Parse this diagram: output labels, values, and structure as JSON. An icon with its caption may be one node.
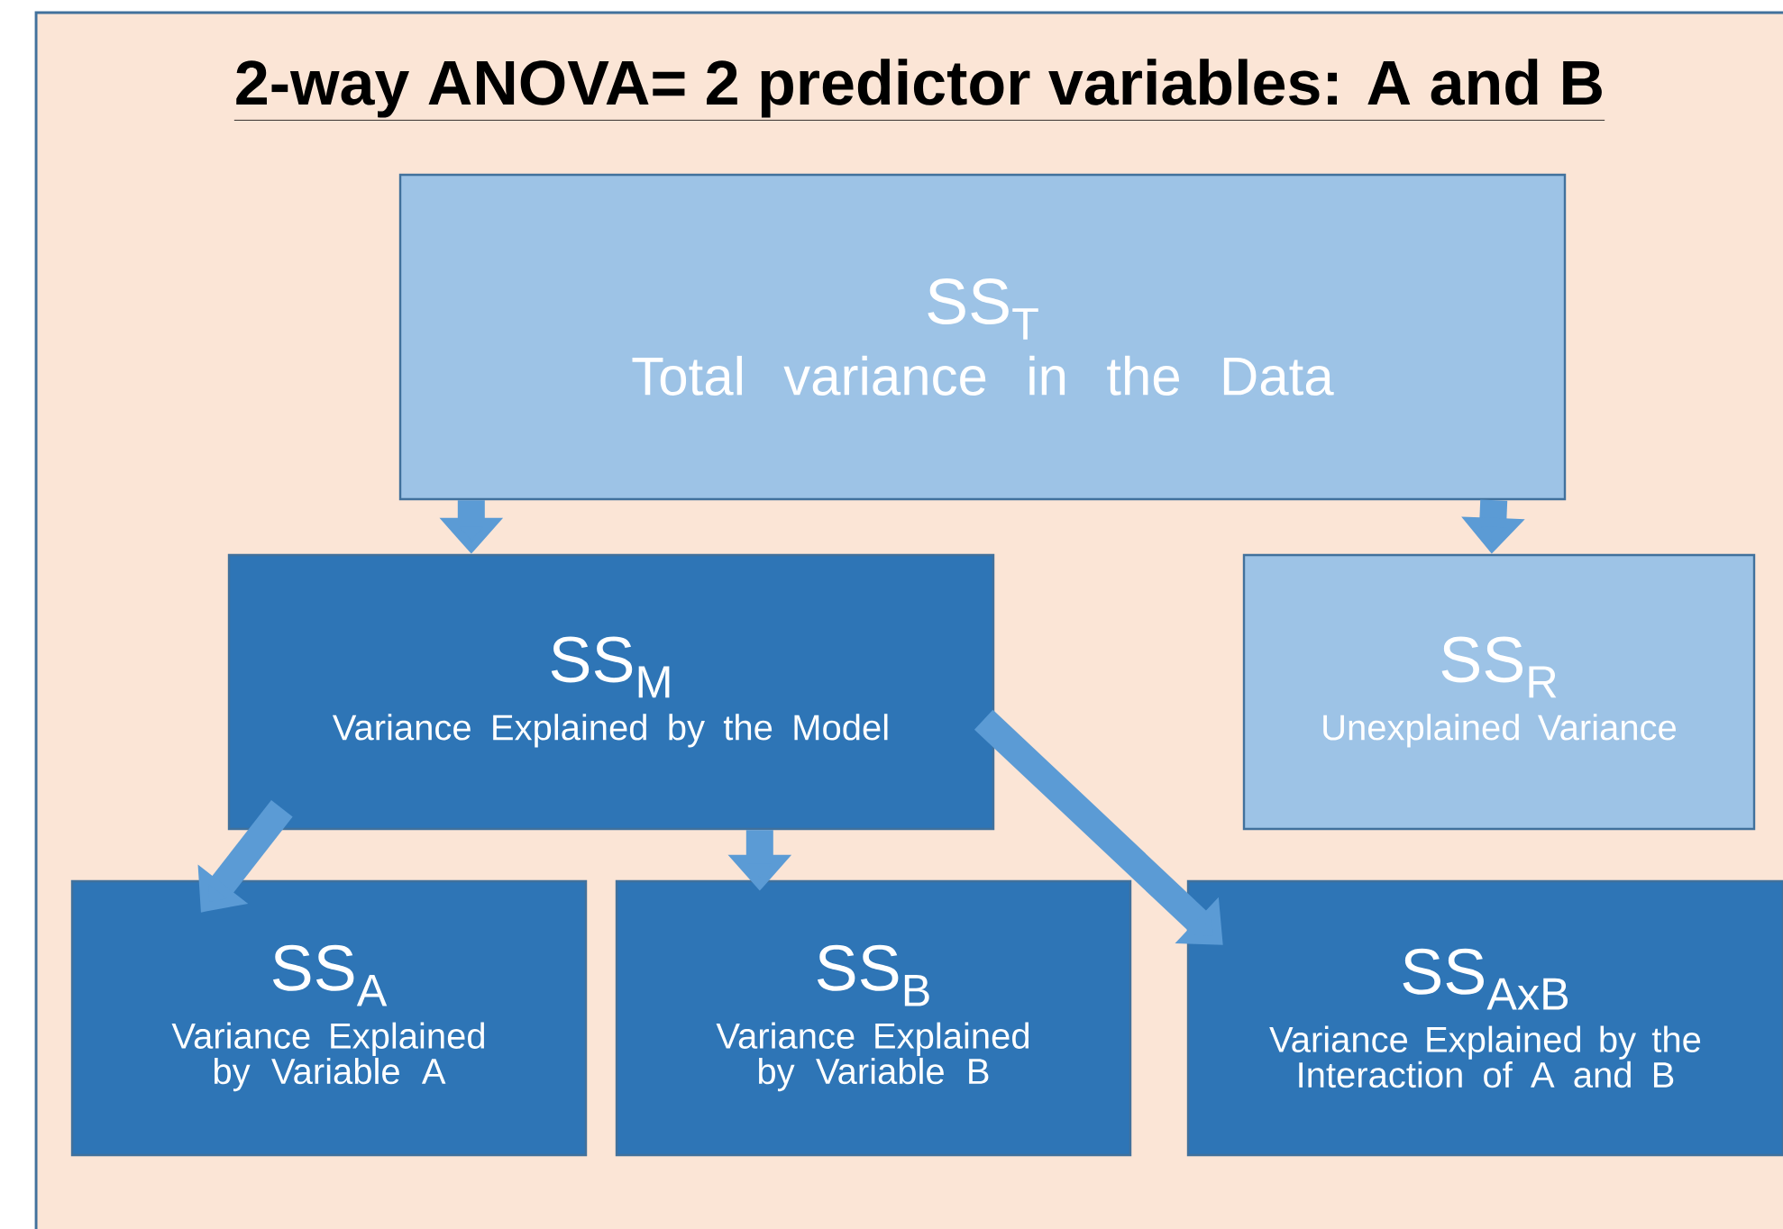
{
  "diagram": {
    "title": "2-way ANOVA= 2 predictor variables: A and B",
    "nodes": [
      {
        "text": [
          "SS$_{T}$",
          "Total variance in the Data"
        ]
      },
      {
        "text": [
          "SS$_{M}$",
          "Variance Explained by the Model"
        ]
      },
      {
        "text": [
          "SS$_{R}$",
          "Unexplained Variance"
        ]
      },
      {
        "text": [
          "SS$_{A}$",
          "Variance Explained by Variable A"
        ]
      },
      {
        "text": [
          "SS$_{B}$",
          "Variance Explained by Variable B"
        ]
      },
      {
        "text": [
          "SS$_{AxB}$",
          "Variance Explained by the Interaction of A and B"
        ]
      }
    ],
    "edges": [
      {
        "from": 0,
        "to": 1,
        "arrow": "to"
      },
      {
        "from": 0,
        "to": 2,
        "arrow": "to"
      },
      {
        "from": 1,
        "to": 3,
        "arrow": "to"
      },
      {
        "from": 1,
        "to": 4,
        "arrow": "to"
      },
      {
        "from": 1,
        "to": 5,
        "arrow": "to"
      }
    ]
  }
}
